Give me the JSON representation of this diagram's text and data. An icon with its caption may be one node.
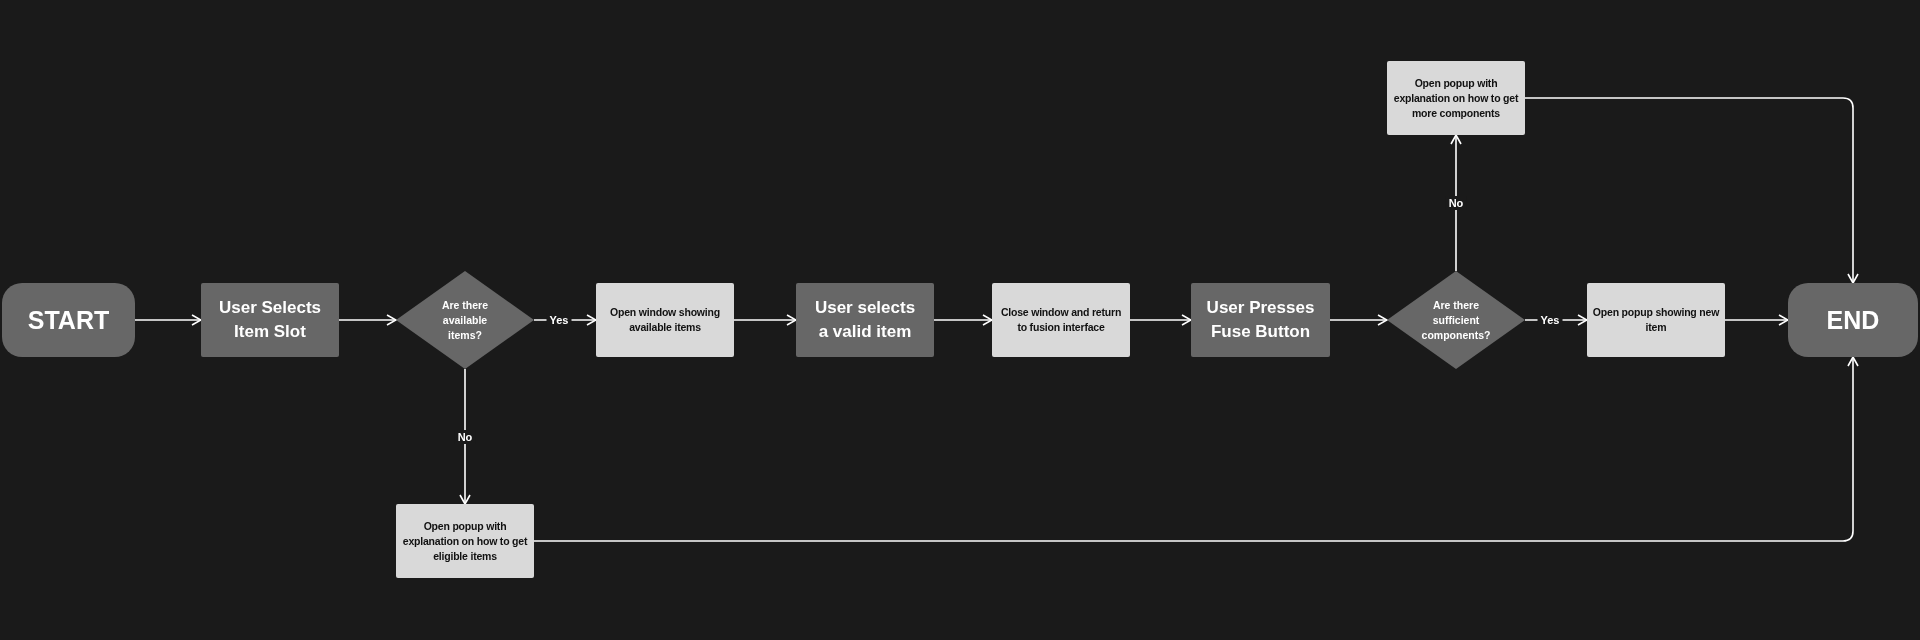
{
  "diagram": {
    "nodes": [
      {
        "text": [
          "START"
        ]
      },
      {
        "text": [
          "User Selects Item Slot"
        ]
      },
      {
        "text": [
          "Are there available items?"
        ]
      },
      {
        "text": [
          "Open window showing available items"
        ]
      },
      {
        "text": [
          "User selects a valid item"
        ]
      },
      {
        "text": [
          "Close window and return to fusion interface"
        ]
      },
      {
        "text": [
          "User Presses Fuse Button"
        ]
      },
      {
        "text": [
          "Are there sufficient components?"
        ]
      },
      {
        "text": [
          "Open popup with explanation on how to get more components"
        ]
      },
      {
        "text": [
          "Open popup showing new item"
        ]
      },
      {
        "text": [
          "END"
        ]
      },
      {
        "text": [
          "Open popup with explanation on how to get eligible items"
        ]
      }
    ],
    "edges": [
      {
        "from": 0,
        "to": 1,
        "arrow": "to"
      },
      {
        "from": 1,
        "to": 2,
        "arrow": "to"
      },
      {
        "from": 2,
        "to": 3,
        "arrow": "to",
        "label": "Yes"
      },
      {
        "from": 3,
        "to": 4,
        "arrow": "to"
      },
      {
        "from": 4,
        "to": 5,
        "arrow": "to"
      },
      {
        "from": 5,
        "to": 6,
        "arrow": "to"
      },
      {
        "from": 6,
        "to": 7,
        "arrow": "to"
      },
      {
        "from": 7,
        "to": 8,
        "arrow": "to",
        "label": "No"
      },
      {
        "from": 7,
        "to": 9,
        "arrow": "to",
        "label": "Yes"
      },
      {
        "from": 9,
        "to": 10,
        "arrow": "to"
      },
      {
        "from": 8,
        "to": 10,
        "arrow": "to"
      },
      {
        "from": 2,
        "to": 11,
        "arrow": "to",
        "label": "No"
      },
      {
        "from": 11,
        "to": 10,
        "arrow": "to"
      }
    ]
  }
}
